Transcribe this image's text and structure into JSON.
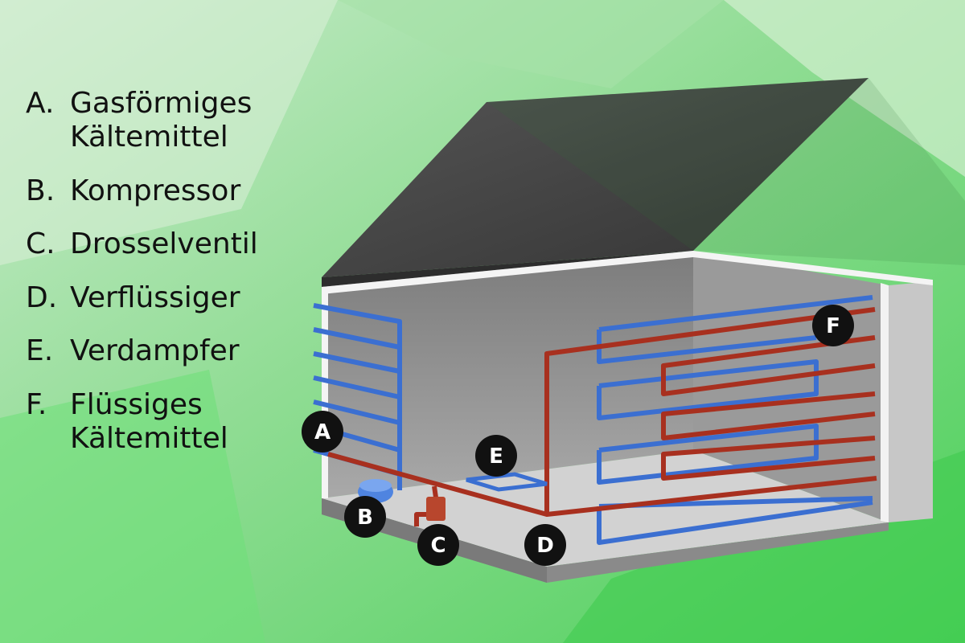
{
  "legend": [
    {
      "letter": "A.",
      "description": "Gasförmiges\nKältemittel"
    },
    {
      "letter": "B.",
      "description": "Kompressor"
    },
    {
      "letter": "C.",
      "description": "Drosselventil"
    },
    {
      "letter": "D.",
      "description": "Verflüssiger"
    },
    {
      "letter": "E.",
      "description": "Verdampfer"
    },
    {
      "letter": "F.",
      "description": "Flüssiges\nKältemittel"
    }
  ],
  "markers": {
    "a": "A",
    "b": "B",
    "c": "C",
    "d": "D",
    "e": "E",
    "f": "F"
  },
  "colors": {
    "background": "#7ed98a",
    "cold_pipe": "#3b6fd1",
    "hot_pipe": "#a8301f",
    "lid": "#3f3f3f",
    "badge": "#111111"
  }
}
